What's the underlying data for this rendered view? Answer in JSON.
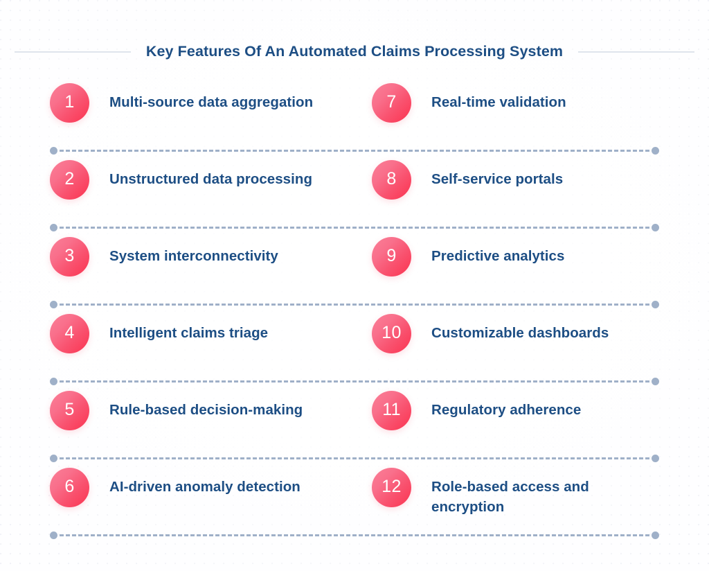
{
  "title": "Key Features Of An Automated Claims Processing System",
  "colors": {
    "title_text": "#1d4e84",
    "item_text": "#1d4e84",
    "badge_gradient_start": "#fa8098",
    "badge_gradient_end": "#fb3350",
    "badge_number": "#ffffff",
    "separator": "#9fb0c8",
    "title_rule": "#dfe4ec",
    "background": "#fefeff"
  },
  "rows": [
    {
      "left": {
        "number": "1",
        "label": "Multi-source data aggregation"
      },
      "right": {
        "number": "7",
        "label": "Real-time validation"
      }
    },
    {
      "left": {
        "number": "2",
        "label": "Unstructured data processing"
      },
      "right": {
        "number": "8",
        "label": "Self-service portals"
      }
    },
    {
      "left": {
        "number": "3",
        "label": "System interconnectivity"
      },
      "right": {
        "number": "9",
        "label": "Predictive analytics"
      }
    },
    {
      "left": {
        "number": "4",
        "label": "Intelligent claims triage"
      },
      "right": {
        "number": "10",
        "label": "Customizable dashboards"
      }
    },
    {
      "left": {
        "number": "5",
        "label": "Rule-based decision-making"
      },
      "right": {
        "number": "11",
        "label": "Regulatory adherence"
      }
    },
    {
      "left": {
        "number": "6",
        "label": "AI-driven anomaly detection"
      },
      "right": {
        "number": "12",
        "label": "Role-based access and encryption"
      }
    }
  ]
}
